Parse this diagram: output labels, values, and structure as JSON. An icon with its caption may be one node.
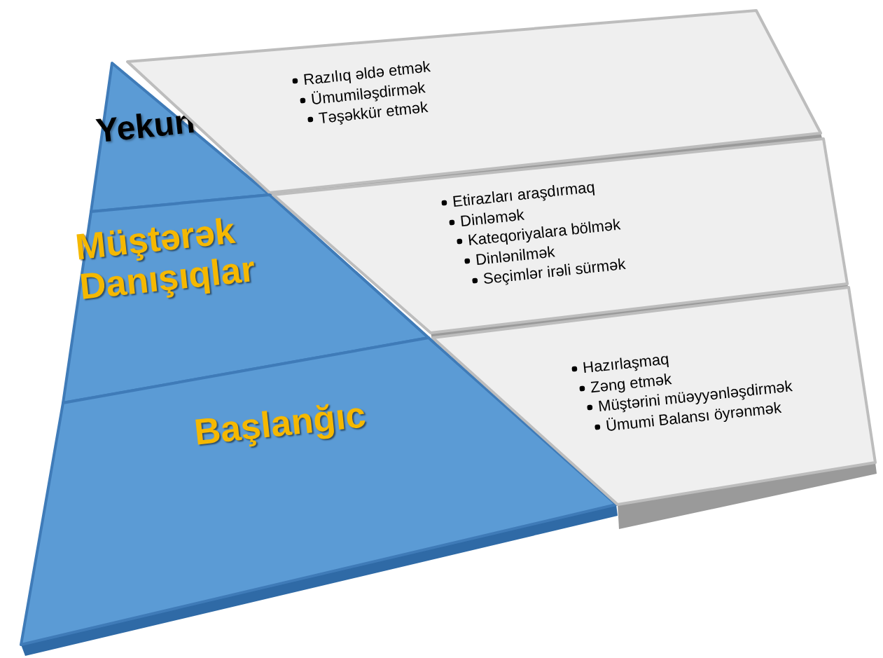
{
  "diagram": {
    "nodes": [
      {
        "text": [
          "Yekun"
        ]
      },
      {
        "text": [
          "Razılıq əldə etmək",
          "Ümumiləşdirmək",
          "Təşəkkür etmək"
        ]
      },
      {
        "text": [
          "Müştərək Danışıqlar"
        ]
      },
      {
        "text": [
          "Etirazları araşdırmaq",
          "Dinləmək",
          "Kateqoriyalara bölmək",
          "Dinlənilmək",
          "Seçimlər irəli sürmək"
        ]
      },
      {
        "text": [
          "Başlanğıc"
        ]
      },
      {
        "text": [
          "Hazırlaşmaq",
          "Zəng etmək",
          "Müştərini müəyyənləşdirmək",
          "Ümumi Balansı öyrənmək"
        ]
      }
    ]
  }
}
